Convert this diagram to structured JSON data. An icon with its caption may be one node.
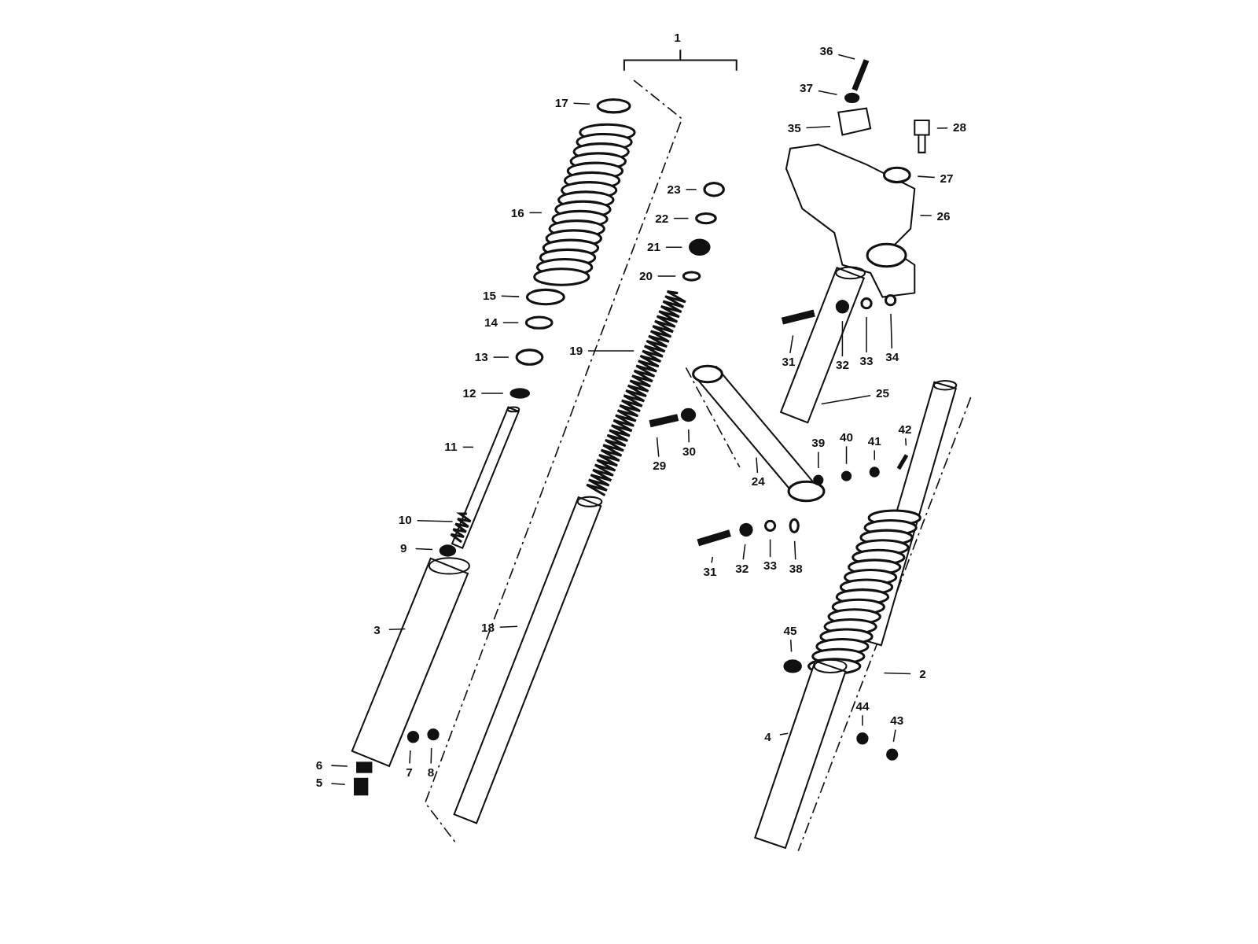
{
  "diagram": {
    "nodes": [
      {
        "text": [
          "2"
        ]
      },
      {
        "text": [
          "3"
        ]
      },
      {
        "text": [
          "4"
        ]
      },
      {
        "text": [
          "5"
        ]
      },
      {
        "text": [
          "6"
        ]
      },
      {
        "text": [
          "7"
        ]
      },
      {
        "text": [
          "8"
        ]
      },
      {
        "text": [
          "9"
        ]
      },
      {
        "text": [
          "10"
        ]
      },
      {
        "text": [
          "11"
        ]
      },
      {
        "text": [
          "12"
        ]
      },
      {
        "text": [
          "13"
        ]
      },
      {
        "text": [
          "14"
        ]
      },
      {
        "text": [
          "15"
        ]
      },
      {
        "text": [
          "16"
        ]
      },
      {
        "text": [
          "17"
        ]
      },
      {
        "text": [
          "18"
        ]
      },
      {
        "text": [
          "19"
        ]
      },
      {
        "text": [
          "20"
        ]
      },
      {
        "text": [
          "21"
        ]
      },
      {
        "text": [
          "22"
        ]
      },
      {
        "text": [
          "23"
        ]
      },
      {
        "text": [
          "24"
        ]
      },
      {
        "text": [
          "25"
        ]
      },
      {
        "text": [
          "26"
        ]
      },
      {
        "text": [
          "27"
        ]
      },
      {
        "text": [
          "28"
        ]
      },
      {
        "text": [
          "29"
        ]
      },
      {
        "text": [
          "30"
        ]
      },
      {
        "text": [
          "31"
        ]
      },
      {
        "text": [
          "31"
        ]
      },
      {
        "text": [
          "32"
        ]
      },
      {
        "text": [
          "32"
        ]
      },
      {
        "text": [
          "33"
        ]
      },
      {
        "text": [
          "33"
        ]
      },
      {
        "text": [
          "34"
        ]
      },
      {
        "text": [
          "35"
        ]
      },
      {
        "text": [
          "36"
        ]
      },
      {
        "text": [
          "37"
        ]
      },
      {
        "text": [
          "38"
        ]
      },
      {
        "text": [
          "39"
        ]
      },
      {
        "text": [
          "40"
        ]
      },
      {
        "text": [
          "41"
        ]
      },
      {
        "text": [
          "42"
        ]
      },
      {
        "text": [
          "43"
        ]
      },
      {
        "text": [
          "44"
        ]
      },
      {
        "text": [
          "45"
        ]
      }
    ],
    "edges": [
      {
        "from": 0,
        "to": null,
        "arrow": "none"
      },
      {
        "from": 1,
        "to": null,
        "arrow": "none"
      },
      {
        "from": 2,
        "to": null,
        "arrow": "none"
      },
      {
        "from": 3,
        "to": null,
        "arrow": "none"
      },
      {
        "from": 4,
        "to": null,
        "arrow": "none"
      },
      {
        "from": 5,
        "to": null,
        "arrow": "none"
      },
      {
        "from": 6,
        "to": null,
        "arrow": "none"
      },
      {
        "from": 7,
        "to": null,
        "arrow": "none"
      },
      {
        "from": 8,
        "to": null,
        "arrow": "none"
      },
      {
        "from": 9,
        "to": null,
        "arrow": "none"
      },
      {
        "from": 10,
        "to": null,
        "arrow": "none"
      },
      {
        "from": 11,
        "to": null,
        "arrow": "none"
      },
      {
        "from": 12,
        "to": null,
        "arrow": "none"
      },
      {
        "from": 13,
        "to": null,
        "arrow": "none"
      },
      {
        "from": 14,
        "to": null,
        "arrow": "none"
      },
      {
        "from": 15,
        "to": null,
        "arrow": "none"
      },
      {
        "from": 16,
        "to": null,
        "arrow": "none"
      },
      {
        "from": 17,
        "to": null,
        "arrow": "none"
      },
      {
        "from": 18,
        "to": null,
        "arrow": "none"
      },
      {
        "from": 19,
        "to": null,
        "arrow": "none"
      },
      {
        "from": 20,
        "to": null,
        "arrow": "none"
      },
      {
        "from": 21,
        "to": null,
        "arrow": "none"
      },
      {
        "from": 22,
        "to": null,
        "arrow": "none"
      },
      {
        "from": 23,
        "to": null,
        "arrow": "none"
      },
      {
        "from": 24,
        "to": null,
        "arrow": "none"
      },
      {
        "from": 25,
        "to": null,
        "arrow": "none"
      },
      {
        "from": 26,
        "to": null,
        "arrow": "none"
      },
      {
        "from": 27,
        "to": null,
        "arrow": "none"
      },
      {
        "from": 28,
        "to": null,
        "arrow": "none"
      },
      {
        "from": 29,
        "to": null,
        "arrow": "none"
      },
      {
        "from": 30,
        "to": null,
        "arrow": "none"
      },
      {
        "from": 31,
        "to": null,
        "arrow": "none"
      },
      {
        "from": 32,
        "to": null,
        "arrow": "none"
      },
      {
        "from": 33,
        "to": null,
        "arrow": "none"
      },
      {
        "from": 34,
        "to": null,
        "arrow": "none"
      },
      {
        "from": 35,
        "to": null,
        "arrow": "none"
      },
      {
        "from": 36,
        "to": null,
        "arrow": "none"
      },
      {
        "from": 37,
        "to": null,
        "arrow": "none"
      },
      {
        "from": 38,
        "to": null,
        "arrow": "none"
      },
      {
        "from": 39,
        "to": null,
        "arrow": "none"
      },
      {
        "from": 40,
        "to": null,
        "arrow": "none"
      },
      {
        "from": 41,
        "to": null,
        "arrow": "none"
      },
      {
        "from": 42,
        "to": null,
        "arrow": "none"
      },
      {
        "from": 43,
        "to": null,
        "arrow": "none"
      },
      {
        "from": 44,
        "to": null,
        "arrow": "none"
      },
      {
        "from": 45,
        "to": null,
        "arrow": "none"
      },
      {
        "from": 46,
        "to": null,
        "arrow": "none"
      }
    ],
    "labels": [
      "1"
    ]
  }
}
